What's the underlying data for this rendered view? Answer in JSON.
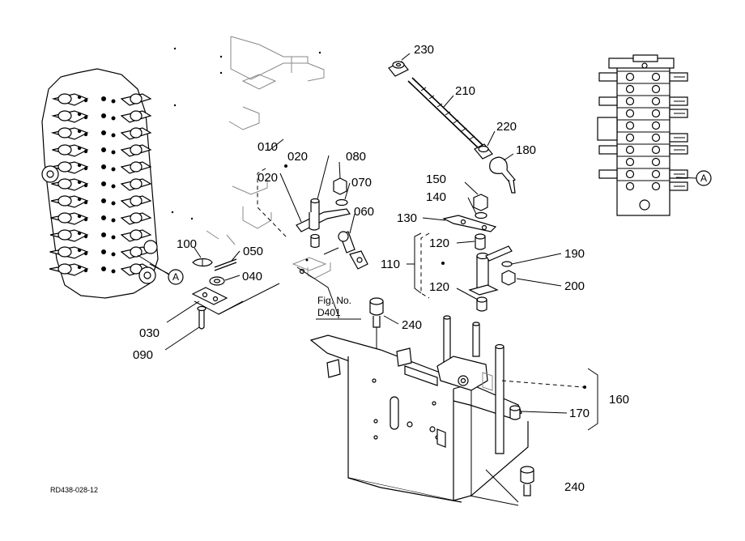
{
  "labels": {
    "p010": "010",
    "p020a": "020",
    "p020b": "020",
    "p030": "030",
    "p040": "040",
    "p050": "050",
    "p060": "060",
    "p070": "070",
    "p080": "080",
    "p090": "090",
    "p100": "100",
    "p110": "110",
    "p120a": "120",
    "p120b": "120",
    "p130": "130",
    "p140": "140",
    "p150": "150",
    "p160": "160",
    "p170": "170",
    "p180": "180",
    "p190": "190",
    "p200": "200",
    "p210": "210",
    "p220": "220",
    "p230": "230",
    "p240a": "240",
    "p240b": "240"
  },
  "ref_marker_a": "A",
  "ref_marker_b": "A",
  "fig_ref_line1": "Fig. No.",
  "fig_ref_line2": "D401",
  "drawing_code": "RD438-028-12"
}
